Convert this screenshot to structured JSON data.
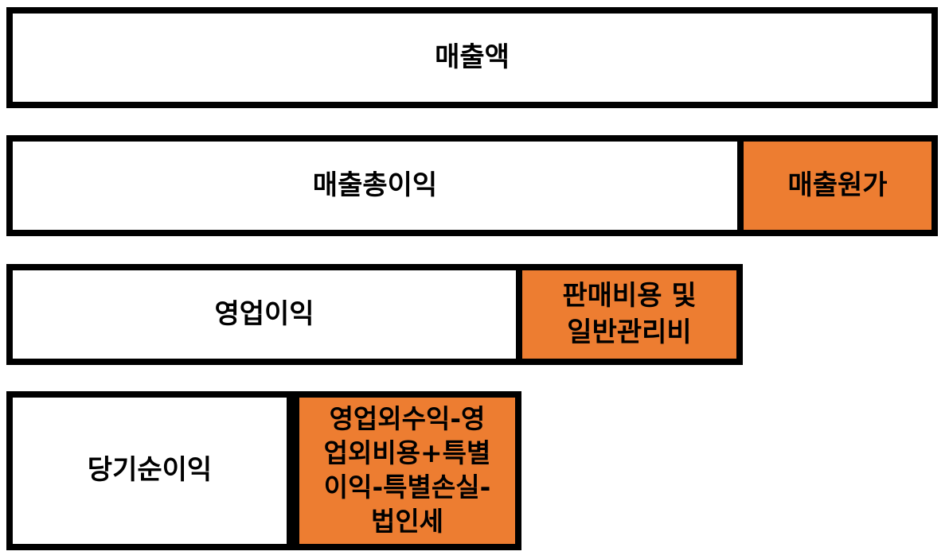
{
  "colors": {
    "border": "#000000",
    "base": "#FFFFFF",
    "deduction": "#ED7D31"
  },
  "rows": [
    {
      "main": "매출액"
    },
    {
      "main": "매출총이익",
      "deduction": "매출원가"
    },
    {
      "main": "영업이익",
      "deduction": "판매비용 및\n일반관리비"
    },
    {
      "main": "당기순이익",
      "deduction": "영업외수익-영\n업외비용+특별\n이익-특별손실-\n법인세"
    }
  ]
}
